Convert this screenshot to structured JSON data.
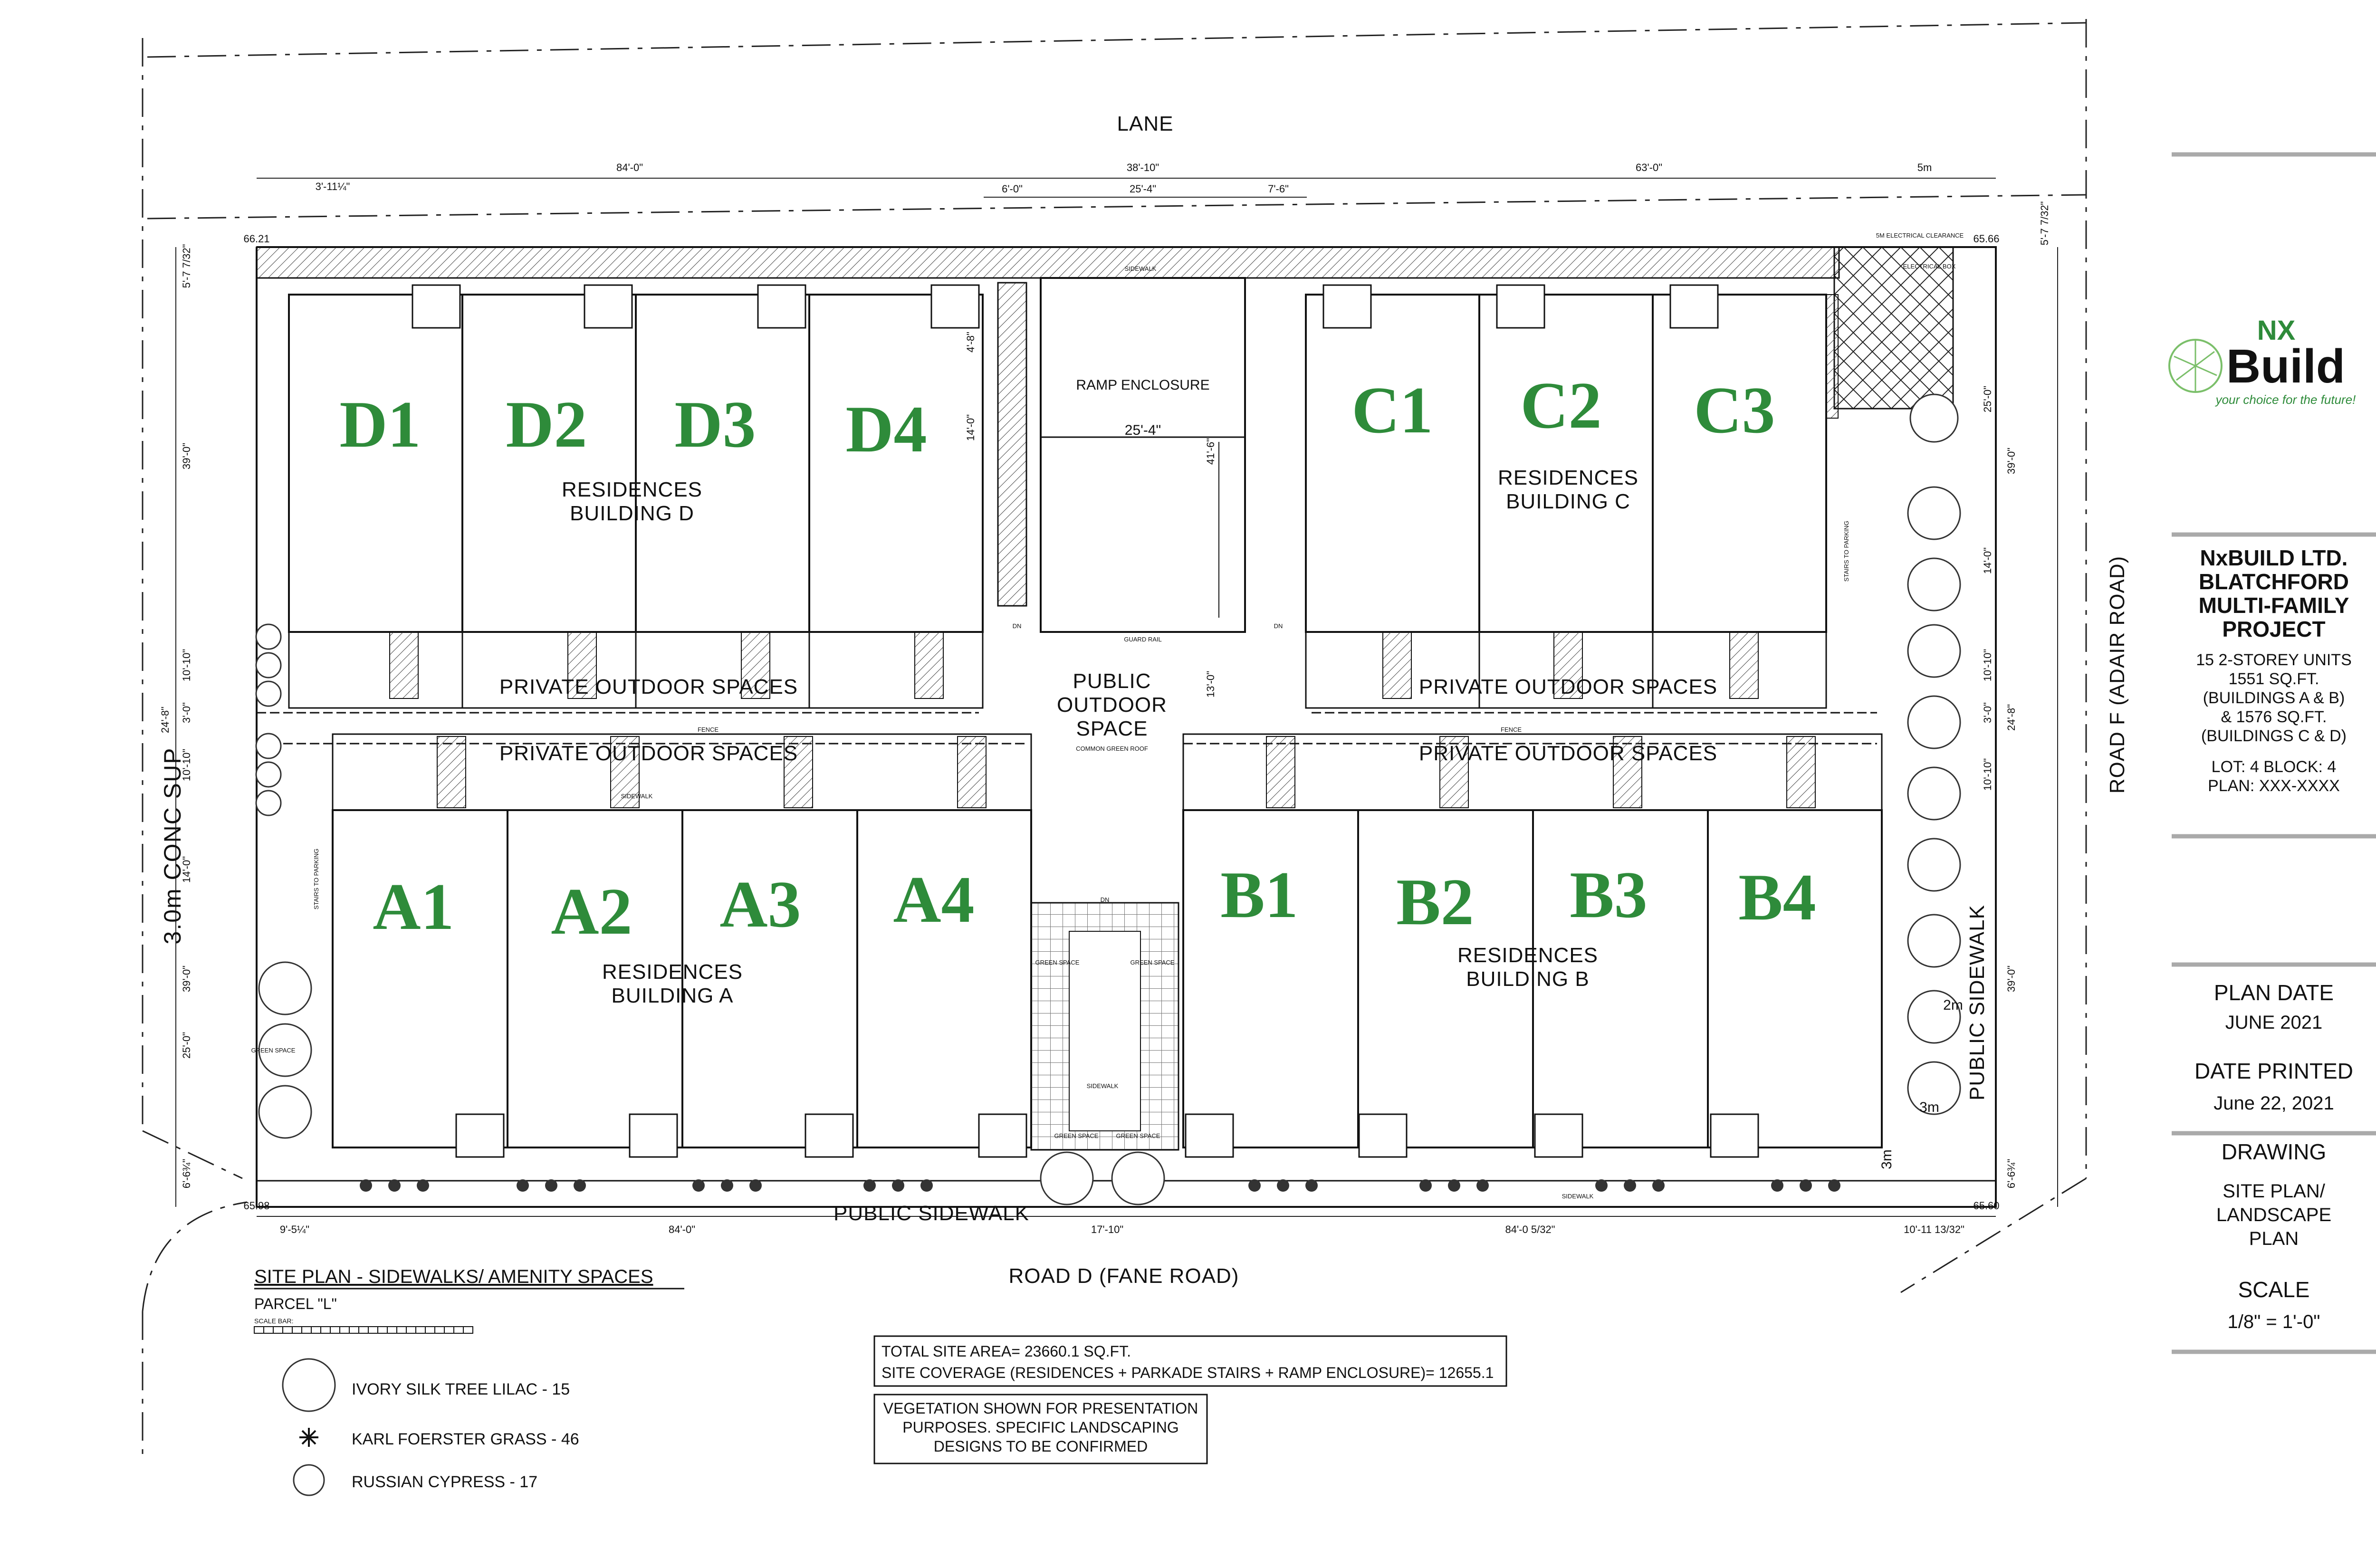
{
  "site": {
    "lane": "LANE",
    "road_d": "ROAD D (FANE ROAD)",
    "road_f": "ROAD F (ADAIR ROAD)",
    "public_sidewalk_bottom": "PUBLIC SIDEWALK",
    "public_sidewalk_right": "PUBLIC SIDEWALK",
    "conc_sup": "3.0m CONC SUP"
  },
  "units": {
    "D1": "D1",
    "D2": "D2",
    "D3": "D3",
    "D4": "D4",
    "C1": "C1",
    "C2": "C2",
    "C3": "C3",
    "A1": "A1",
    "A2": "A2",
    "A3": "A3",
    "A4": "A4",
    "B1": "B1",
    "B2": "B2",
    "B3": "B3",
    "B4": "B4"
  },
  "buildings": {
    "d": [
      "RESIDENCES",
      "BUILDING D"
    ],
    "c": [
      "RESIDENCES",
      "BUILDING C"
    ],
    "a": [
      "RESIDENCES",
      "BUILDING A"
    ],
    "b": [
      "RESIDENCES",
      "BUILDING B"
    ]
  },
  "areas": {
    "ramp": "RAMP ENCLOSURE",
    "ramp_dim": "25'-4\"",
    "private_1": "PRIVATE OUTDOOR SPACES",
    "private_2": "PRIVATE OUTDOOR SPACES",
    "private_3": "PRIVATE OUTDOOR SPACES",
    "private_4": "PRIVATE OUTDOOR SPACES",
    "public_outdoor": [
      "PUBLIC",
      "OUTDOOR",
      "SPACE"
    ],
    "common_roof": "COMMON GREEN ROOF",
    "fence": "FENCE",
    "sidewalk": "SIDEWALK",
    "guard_rail": "GUARD RAIL",
    "electrical_box": "ELECTRICAL BOX",
    "electrical_clearance": "5M ELECTRICAL CLEARANCE",
    "stairs_parking": "STAIRS TO PARKING",
    "dn": "DN",
    "green_space": "GREEN SPACE",
    "dim_2m": "2m",
    "dim_3m": "3m"
  },
  "dimensions": {
    "top": [
      "84'-0\"",
      "38'-10\"",
      "63'-0\"",
      "5m"
    ],
    "top_sub": [
      "6'-0\"",
      "25'-4\"",
      "7'-6\""
    ],
    "top_left": "3'-11¼\"",
    "bottom": [
      "9'-5¼\"",
      "84'-0\"",
      "17'-10\"",
      "84'-0 5/32\"",
      "10'-11 13/32\""
    ],
    "left": [
      "5'-7 7/32\"",
      "39'-0\"",
      "10'-10\"",
      "3'-0\"",
      "24'-8\"",
      "10'-10\"",
      "14'-0\"",
      "39'-0\"",
      "25'-0\"",
      "6'-6¾\""
    ],
    "right": [
      "5'-7 7/32\"",
      "25'-0\"",
      "39'-0\"",
      "14'-0\"",
      "10'-10\"",
      "3'-0\"",
      "24'-8\"",
      "10'-10\"",
      "39'-0\"",
      "6'-6¾\""
    ],
    "mid": [
      "14'-0\"",
      "4'-8\"",
      "41'-6\"",
      "13'-0\""
    ],
    "elev": [
      "66.21",
      "65.66",
      "65.98",
      "65.60"
    ]
  },
  "legend": {
    "title": "SITE PLAN - SIDEWALKS/ AMENITY SPACES",
    "parcel": "PARCEL \"L\"",
    "scale_bar": "SCALE BAR:",
    "tree": "IVORY SILK TREE LILAC - 15",
    "grass": "KARL FOERSTER GRASS - 46",
    "cypress": "RUSSIAN CYPRESS - 17"
  },
  "notes": {
    "area": "TOTAL SITE AREA= 23660.1 SQ.FT.",
    "coverage": "SITE COVERAGE (RESIDENCES + PARKADE STAIRS + RAMP ENCLOSURE)= 12655.1",
    "vegetation": [
      "VEGETATION SHOWN FOR PRESENTATION",
      "PURPOSES. SPECIFIC LANDSCAPING",
      "DESIGNS TO BE CONFIRMED"
    ]
  },
  "title_block": {
    "logo": "Build",
    "logo_mark": "NX",
    "tagline": "your choice for the future!",
    "company": [
      "NxBUILD LTD.",
      "BLATCHFORD",
      "MULTI-FAMILY",
      "PROJECT"
    ],
    "details": [
      "15 2-STOREY UNITS",
      "1551 SQ.FT.",
      "(BUILDINGS A & B)",
      "& 1576 SQ.FT.",
      "(BUILDINGS C & D)"
    ],
    "lot": [
      "LOT: 4  BLOCK: 4",
      "PLAN: XXX-XXXX"
    ],
    "plan_date_label": "PLAN DATE",
    "plan_date": "JUNE 2021",
    "date_printed_label": "DATE PRINTED",
    "date_printed": "June 22, 2021",
    "drawing_label": "DRAWING",
    "drawing": [
      "SITE PLAN/",
      "LANDSCAPE",
      "PLAN"
    ],
    "scale_label": "SCALE",
    "scale": "1/8\" = 1'-0\""
  },
  "colors": {
    "unit_label": "#2e8b3a",
    "line": "#111111",
    "title_rule": "#aaaaaa"
  }
}
